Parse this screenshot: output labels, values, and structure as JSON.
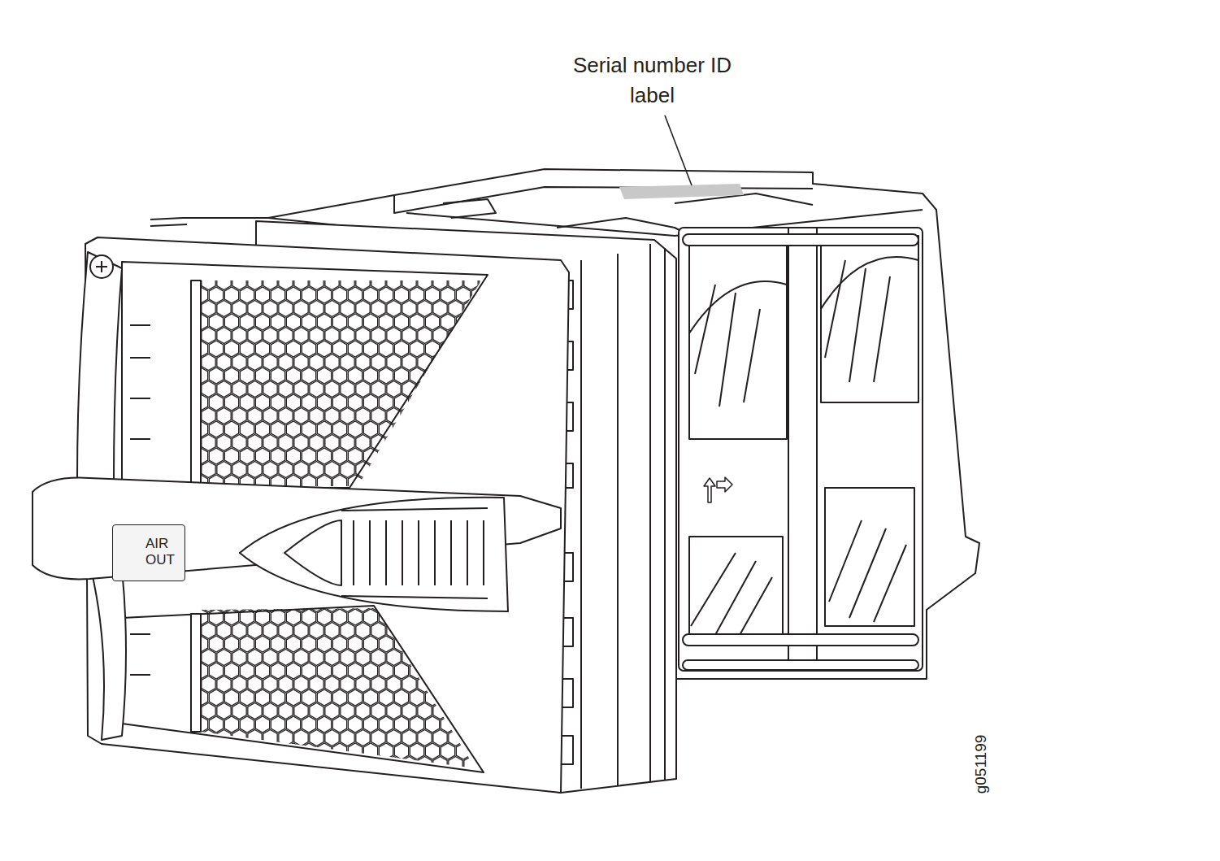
{
  "diagram": {
    "nodes": [
      {
        "text": [
          "AIR OUT"
        ]
      }
    ],
    "labels": [
      "Serial number ID label",
      "g051199"
    ]
  }
}
